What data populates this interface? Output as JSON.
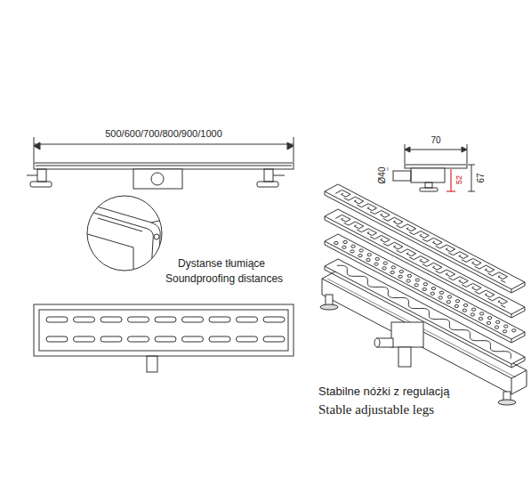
{
  "diagram": {
    "labels": [
      "500/600/700/800/900/1000",
      "70",
      "Ø40",
      "52",
      "67",
      "Dystanse tłumiące",
      "Soundproofing distances",
      "Stabilne nóżki z regulacją",
      "Stable adjustable legs"
    ]
  }
}
